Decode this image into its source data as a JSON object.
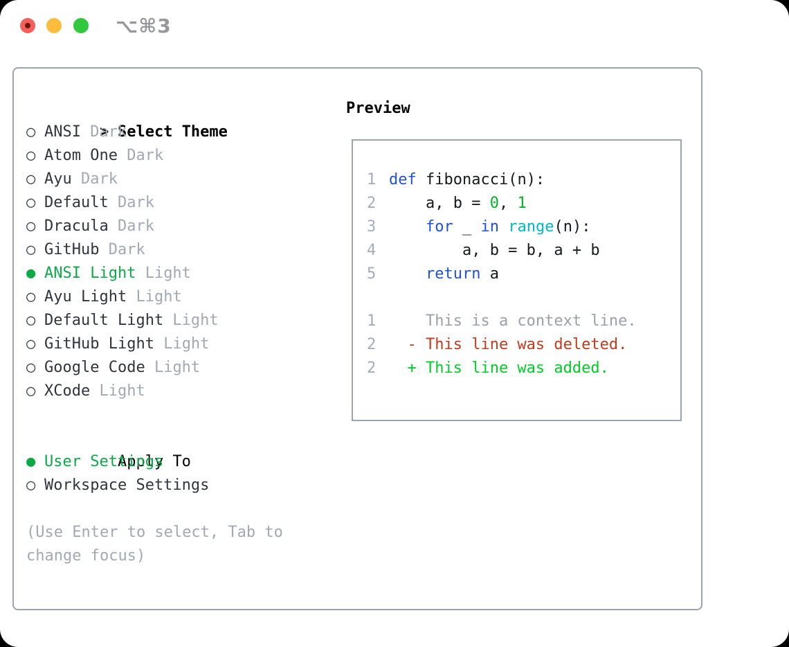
{
  "titlebar": {
    "shortcut": "⌥⌘3",
    "traffic_lights": {
      "close": "#f4605a",
      "minimize": "#fcbd3f",
      "zoom": "#31c83e"
    }
  },
  "glyphs": {
    "prompt": ">",
    "radio_empty": "○",
    "radio_filled": "●"
  },
  "theme_panel": {
    "title": "Select Theme",
    "themes": [
      {
        "name": "ANSI",
        "variant": "Dark",
        "selected": false
      },
      {
        "name": "Atom One",
        "variant": "Dark",
        "selected": false
      },
      {
        "name": "Ayu",
        "variant": "Dark",
        "selected": false
      },
      {
        "name": "Default",
        "variant": "Dark",
        "selected": false
      },
      {
        "name": "Dracula",
        "variant": "Dark",
        "selected": false
      },
      {
        "name": "GitHub",
        "variant": "Dark",
        "selected": false
      },
      {
        "name": "ANSI Light",
        "variant": "Light",
        "selected": true
      },
      {
        "name": "Ayu Light",
        "variant": "Light",
        "selected": false
      },
      {
        "name": "Default Light",
        "variant": "Light",
        "selected": false
      },
      {
        "name": "GitHub Light",
        "variant": "Light",
        "selected": false
      },
      {
        "name": "Google Code",
        "variant": "Light",
        "selected": false
      },
      {
        "name": "XCode",
        "variant": "Light",
        "selected": false
      }
    ],
    "apply_to": {
      "title": "Apply To",
      "options": [
        {
          "label": "User Settings",
          "selected": true
        },
        {
          "label": "Workspace Settings",
          "selected": false
        }
      ]
    },
    "hint_lines": [
      "(Use Enter to select, Tab to",
      "change focus)"
    ]
  },
  "preview": {
    "title": "Preview",
    "code_lines": [
      {
        "num": "1",
        "tokens": [
          {
            "t": "def",
            "c": "k"
          },
          {
            "t": " fibonacci(n):",
            "c": "p"
          }
        ]
      },
      {
        "num": "2",
        "tokens": [
          {
            "t": "    a, b = ",
            "c": "p"
          },
          {
            "t": "0",
            "c": "n"
          },
          {
            "t": ", ",
            "c": "p"
          },
          {
            "t": "1",
            "c": "n"
          }
        ]
      },
      {
        "num": "3",
        "tokens": [
          {
            "t": "    ",
            "c": "p"
          },
          {
            "t": "for",
            "c": "k"
          },
          {
            "t": " _ ",
            "c": "p"
          },
          {
            "t": "in",
            "c": "k"
          },
          {
            "t": " ",
            "c": "p"
          },
          {
            "t": "range",
            "c": "f"
          },
          {
            "t": "(n):",
            "c": "p"
          }
        ]
      },
      {
        "num": "4",
        "tokens": [
          {
            "t": "        a, b = b, a + b",
            "c": "p"
          }
        ]
      },
      {
        "num": "5",
        "tokens": [
          {
            "t": "    ",
            "c": "p"
          },
          {
            "t": "return",
            "c": "k"
          },
          {
            "t": " a",
            "c": "p"
          }
        ]
      }
    ],
    "diff_lines": [
      {
        "num": "1",
        "tokens": [
          {
            "t": "    This is a context line.",
            "c": "c"
          }
        ]
      },
      {
        "num": "2",
        "tokens": [
          {
            "t": "  - This line was deleted.",
            "c": "d"
          }
        ]
      },
      {
        "num": "2",
        "tokens": [
          {
            "t": "  + This line was added.",
            "c": "a"
          }
        ]
      }
    ]
  },
  "colors": {
    "frame_border": "#9aa3b0",
    "selected_green": "#0caa47",
    "keyword_blue": "#1e53d3",
    "builtin_cyan": "#00b9c7",
    "number_green": "#00b424",
    "added_green": "#00ce25",
    "deleted_red": "#c53a1b",
    "muted_gray": "#a0a9b5"
  }
}
